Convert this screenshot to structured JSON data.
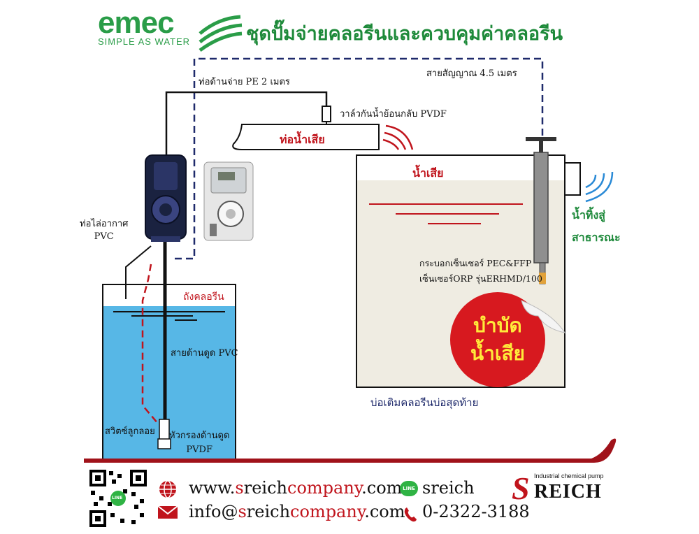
{
  "header": {
    "brand": "emec",
    "tagline": "SIMPLE AS WATER",
    "title": "ชุดปั๊มจ่ายคลอรีนและควบคุมค่าคลอรีน"
  },
  "labels": {
    "discharge_pipe": "ท่อด้านจ่าย PE 2 เมตร",
    "signal_cable": "สายสัญญาณ 4.5 เมตร",
    "check_valve": "วาล์วกันน้ำย้อนกลับ PVDF",
    "waste_pipe": "ท่อน้ำเสีย",
    "waste_water": "น้ำเสีย",
    "air_vent_line1": "ท่อไล่อากาศ",
    "air_vent_line2": "PVC",
    "outlet_line1": "น้ำทิ้งสู่",
    "outlet_line2": "สาธารณะ",
    "sensor_line1": "กระบอกเซ็นเซอร์ PEC&FFP",
    "sensor_line2": "เซ็นเซอร์ORP รุ่นERHMD/100",
    "chlorine_tank": "ถังคลอรีน",
    "suction_line": "สายด้านดูด PVC",
    "float_switch": "สวิตซ์ลูกลอย",
    "foot_filter_line1": "หัวกรองด้านดูด",
    "foot_filter_line2": "PVDF",
    "final_pond": "บ่อเติมคลอรีนบ่อสุดท้าย",
    "seal_line1": "บำบัด",
    "seal_line2": "น้ำเสีย"
  },
  "footer": {
    "web_prefix": "www.",
    "web_accent": "s",
    "web_mid": "reich",
    "web_brand": "company",
    "web_suffix": ".com",
    "email_prefix": "info@",
    "email_accent": "s",
    "email_mid": "reich",
    "email_brand": "company",
    "email_suffix": ".com",
    "line_badge": "LINE",
    "line_id": "sreich",
    "phone": "0-2322-3188",
    "logo_small": "Industrial chemical pump",
    "logo_word": "REICH",
    "logo_initial": "S",
    "qr_badge": "LINE"
  },
  "colors": {
    "brand_green": "#2a9d48",
    "title_green": "#1e8a3a",
    "accent_red": "#c0141c",
    "signal_blue": "#1f2a6b",
    "tank_water": "#57b7e6",
    "pond_water": "#efece2"
  }
}
